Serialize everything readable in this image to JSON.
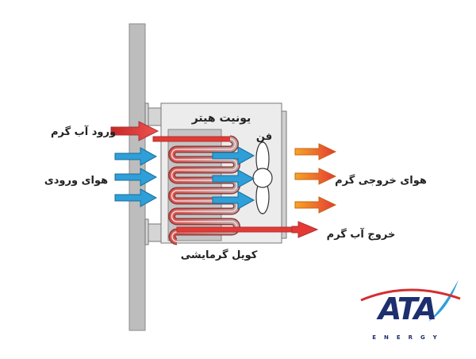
{
  "labels": {
    "hot_water_in": "ورود آب گرم",
    "inlet_air": "هوای ورودی",
    "unit_heater": "یونیت هیتر",
    "fan": "فن",
    "heating_coil": "کویل گرمایشی",
    "warm_outlet_air": "هوای خروجی گرم",
    "hot_water_out": "خروج آب گرم"
  },
  "logo": {
    "name": "ATA",
    "subtitle": "ENERGY"
  },
  "colors": {
    "wall": "#bdbdbd",
    "unit": "#ececec",
    "hot": "#e53935",
    "cold": "#2e9fd8",
    "warm": "#f39c2b",
    "logo_blue": "#1d2f6f",
    "logo_red": "#d32f2f"
  }
}
